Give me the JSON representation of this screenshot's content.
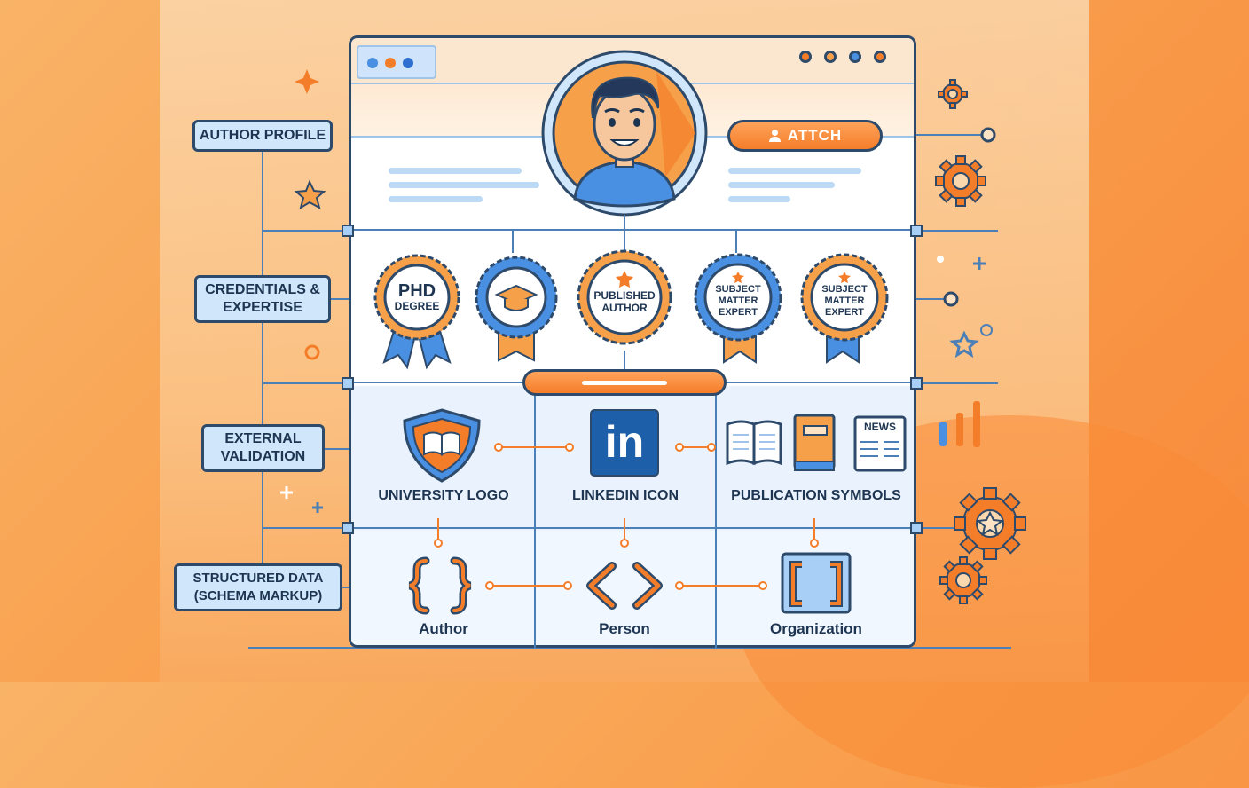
{
  "labels": {
    "author_profile": "AUTHOR PROFILE",
    "credentials": "CREDENTIALS & EXPERTISE",
    "external_validation": "EXTERNAL VALIDATION",
    "structured_data": "STRUCTURED DATA (SCHEMA MARKUP)"
  },
  "header": {
    "attach_button": "ATTCH"
  },
  "badges": [
    {
      "line1": "PHD",
      "line2": "DEGREE"
    },
    {
      "icon": "graduation-cap-icon"
    },
    {
      "line1": "PUBLISHED",
      "line2": "AUTHOR"
    },
    {
      "line1": "SUBJECT",
      "line2": "MATTER",
      "line3": "EXPERT"
    },
    {
      "line1": "SUBJECT",
      "line2": "MATTER",
      "line3": "EXPERT"
    }
  ],
  "validation": {
    "university": "UNIVERSITY LOGO",
    "linkedin": "LINKEDIN ICON",
    "linkedin_mark": "in",
    "publications": "PUBLICATION SYMBOLS",
    "news_mark": "NEWS"
  },
  "schema": {
    "author": "Author",
    "person": "Person",
    "organization": "Organization"
  },
  "colors": {
    "navy": "#2e4a6b",
    "orange": "#f47d2a",
    "blue": "#4a90e2",
    "light_blue": "#cfe6fb",
    "linkedin_blue": "#1d5fa8"
  }
}
